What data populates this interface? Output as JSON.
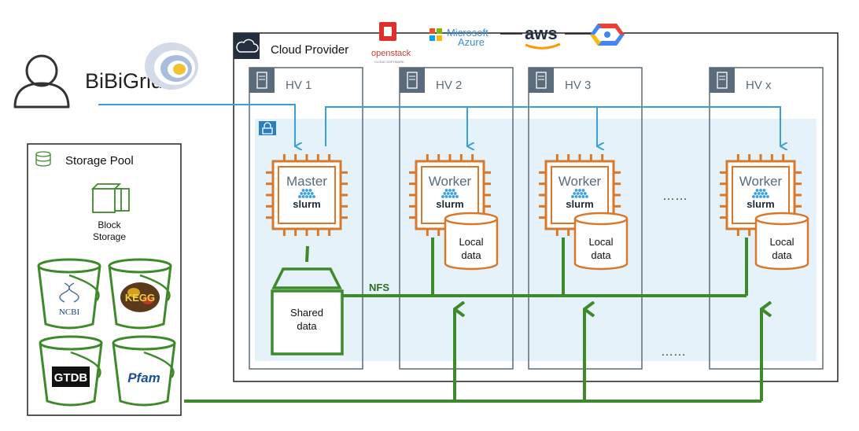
{
  "brand": {
    "name": "BiBiGrid"
  },
  "cloud": {
    "title": "Cloud Provider",
    "providers": {
      "openstack": "openstack",
      "openstack_sub": "CLOUD SOFTWARE",
      "azure_line1": "Microsoft",
      "azure_line2": "Azure",
      "aws": "aws"
    }
  },
  "hypervisors": [
    {
      "label": "HV 1",
      "node": "Master"
    },
    {
      "label": "HV 2",
      "node": "Worker"
    },
    {
      "label": "HV 3",
      "node": "Worker"
    },
    {
      "label": "HV x",
      "node": "Worker"
    }
  ],
  "slurm_label": "slurm",
  "local_data": {
    "line1": "Local",
    "line2": "data"
  },
  "shared_data": {
    "line1": "Shared",
    "line2": "data"
  },
  "nfs_label": "NFS",
  "ellipsis": "……",
  "storage_pool": {
    "title": "Storage Pool",
    "block_line1": "Block",
    "block_line2": "Storage",
    "buckets": [
      "NCBI",
      "KEGG",
      "GTDB",
      "Pfam"
    ]
  },
  "colors": {
    "green": "#3d8a2a",
    "orange": "#d9782a",
    "blue": "#3aa0dc",
    "subnet": "#e6f2f9",
    "hv_border": "#5a6b7b"
  }
}
